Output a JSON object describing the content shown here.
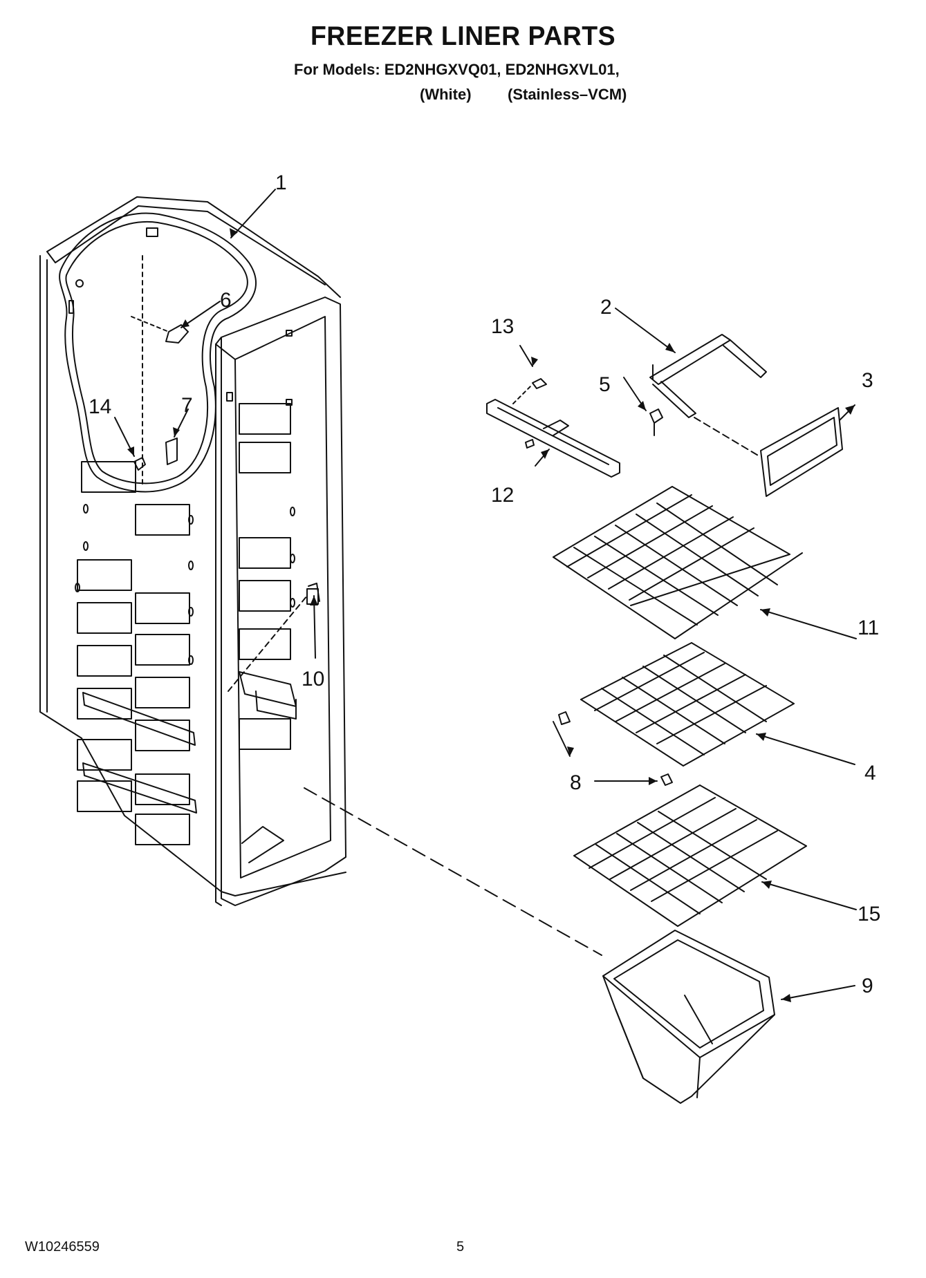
{
  "title": "FREEZER LINER PARTS",
  "models": {
    "prefix": "For Models:",
    "model_1": "ED2NHGXVQ01,",
    "model_2": "ED2NHGXVL01,",
    "finish_1": "(White)",
    "finish_2": "(Stainless–VCM)"
  },
  "callouts": [
    "1",
    "2",
    "3",
    "4",
    "5",
    "6",
    "7",
    "8",
    "9",
    "10",
    "11",
    "12",
    "13",
    "14",
    "15"
  ],
  "footer": {
    "doc_number": "W10246559",
    "page_number": "5"
  }
}
